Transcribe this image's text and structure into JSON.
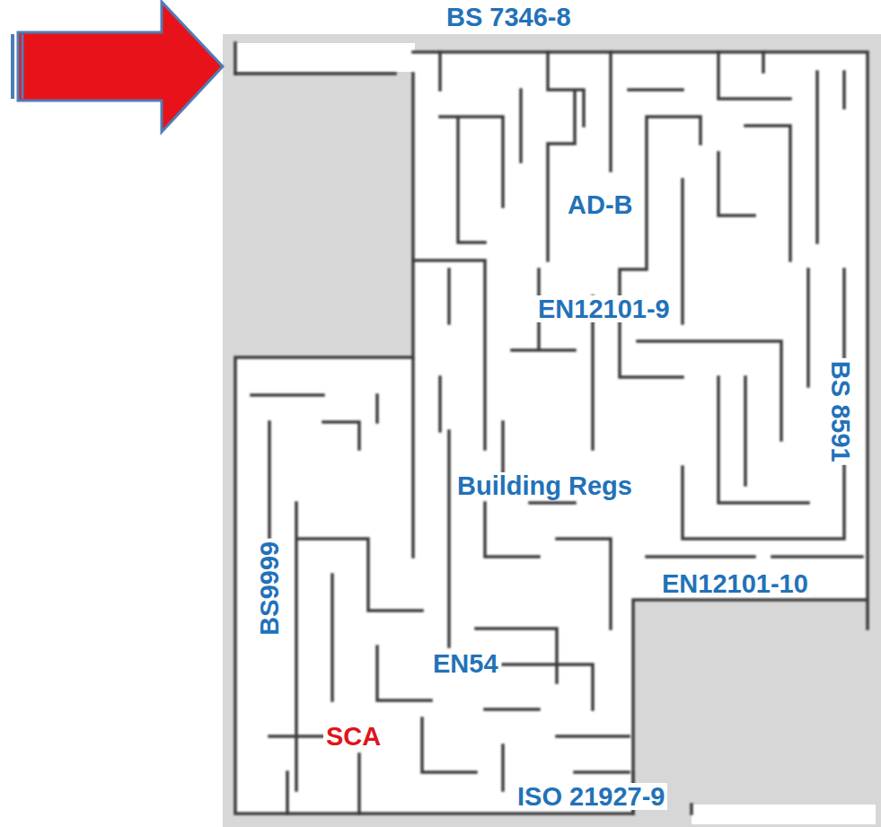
{
  "diagram": {
    "labels": [
      "BS 7346-8",
      "AD-B",
      "EN12101-9",
      "BS 8591",
      "Building Regs",
      "BS9999",
      "EN12101-10",
      "EN54",
      "SCA",
      "ISO 21927-9"
    ]
  }
}
